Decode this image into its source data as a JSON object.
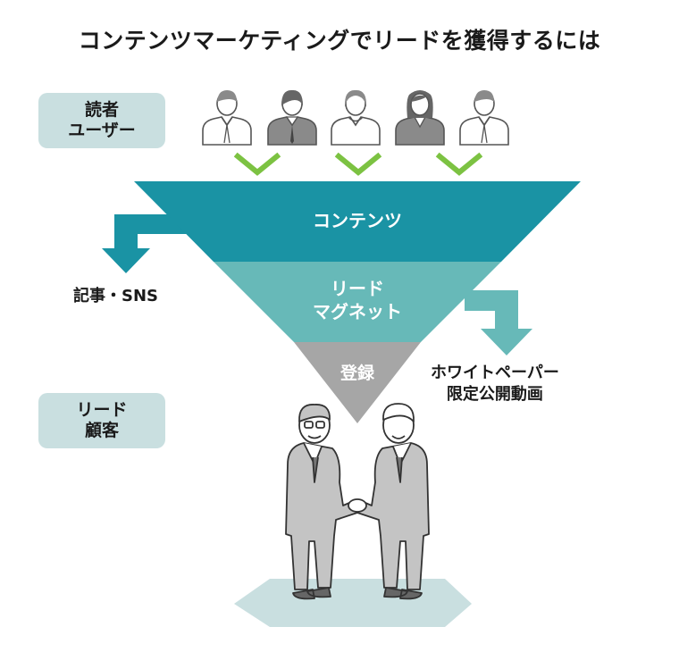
{
  "title": "コンテンツマーケティングでリードを獲得するには",
  "top_box": {
    "line1": "読者",
    "line2": "ユーザー"
  },
  "bottom_box": {
    "line1": "リード",
    "line2": "顧客"
  },
  "funnel": {
    "tier1": {
      "label": "コンテンツ",
      "color": "#1a93a4"
    },
    "tier2": {
      "line1": "リード",
      "line2": "マグネット",
      "color": "#67b9b8"
    },
    "tier3": {
      "label": "登録",
      "color": "#a6a6a6"
    }
  },
  "left_output": "記事・SNS",
  "right_output": {
    "line1": "ホワイトペーパー",
    "line2": "限定公開動画"
  },
  "colors": {
    "check": "#7cc242",
    "box_bg": "#c9dfe0",
    "floor": "#c9dfe0",
    "person_dark": "#8a8a8a",
    "person_light": "#ffffff"
  },
  "icons": [
    "person-icon",
    "check-chevron-icon",
    "arrow-down-left-icon",
    "arrow-down-right-icon",
    "handshake-illustration"
  ]
}
